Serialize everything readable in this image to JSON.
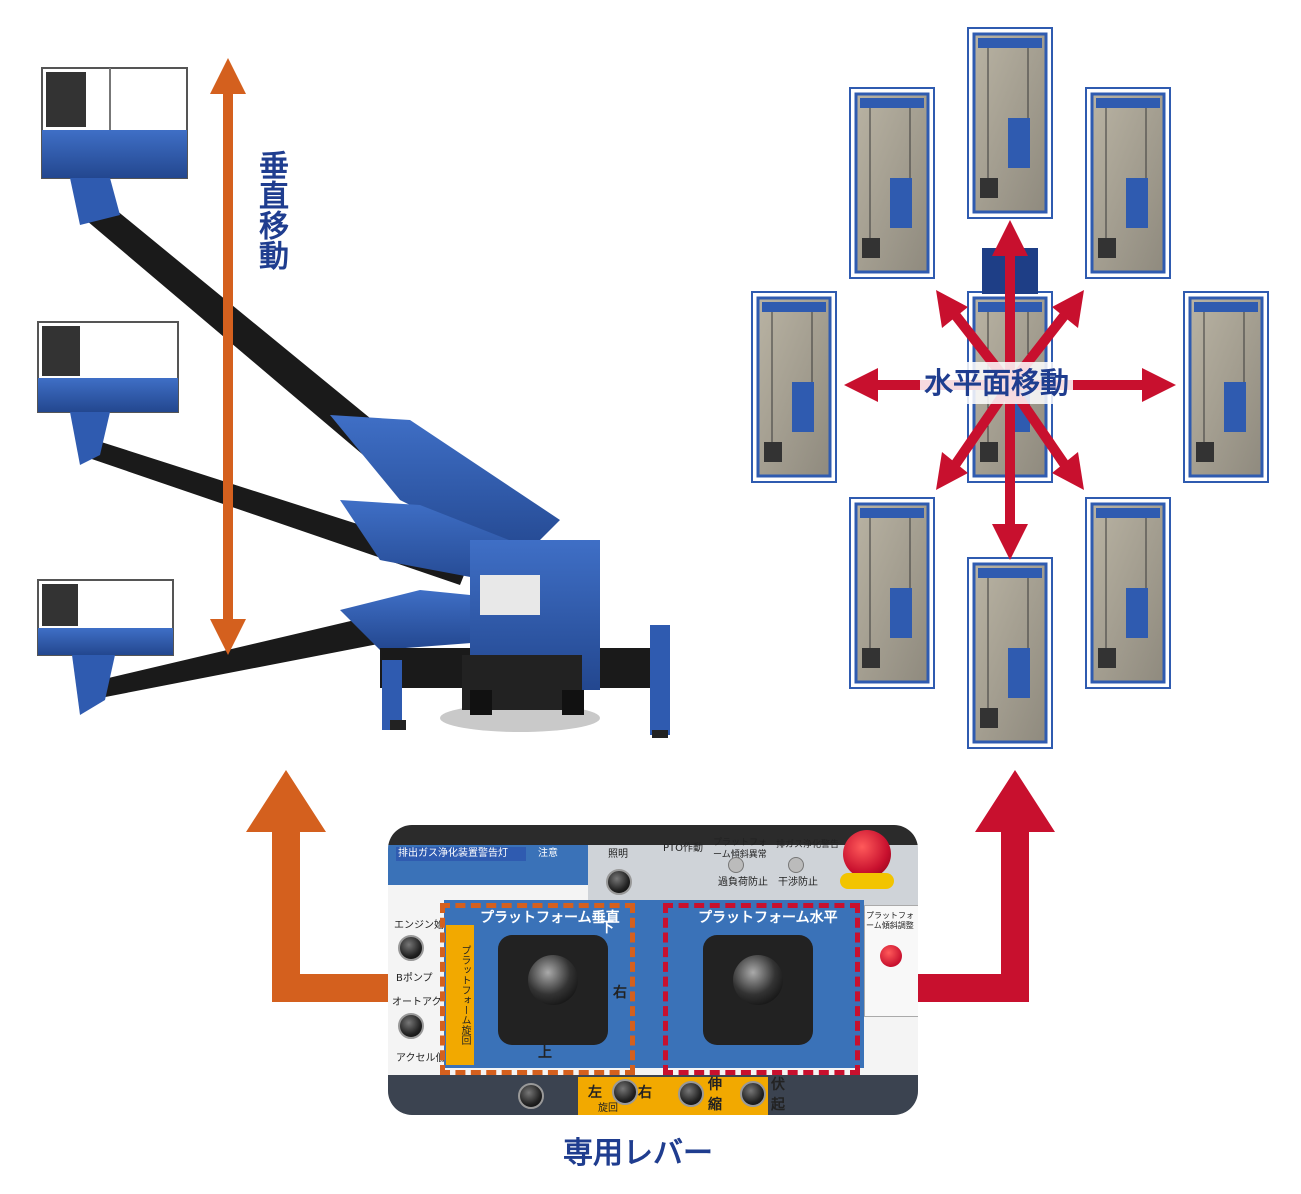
{
  "labels": {
    "vertical_move": "垂直移動",
    "horizontal_move": "水平面移動",
    "caption": "専用レバー"
  },
  "panel": {
    "pto": "PTO作動",
    "tilt_alarm": "プラットフォーム傾斜異常",
    "exhaust_alarm": "排ガス浄化警告",
    "overload": "過負荷防止",
    "interference": "干渉防止",
    "lighting": "照明",
    "engine_start": "エンジン始動",
    "pump": "Bポンプ",
    "auto_accel": "オートアクセル",
    "accel_low": "アクセル低",
    "platform_vertical": "プラットフォーム垂直",
    "platform_down": "下",
    "platform_up": "上",
    "platform_horizontal": "プラットフォーム水平",
    "platform_rotate": "プラットフォーム旋回",
    "left": "左",
    "right": "右",
    "rotate": "旋回",
    "extend": "伸",
    "retract": "縮",
    "raise": "伏",
    "lift": "起",
    "tilt_adjust": "プラットフォーム傾斜調整",
    "caution": "注意",
    "exhaust_lamp": "排出ガス浄化装置警告灯"
  },
  "colors": {
    "orange": "#d4601e",
    "red": "#c8102e",
    "navy": "#1f3d8f",
    "machine_blue": "#2f5bb0",
    "boom_black": "#1a1a1a"
  }
}
